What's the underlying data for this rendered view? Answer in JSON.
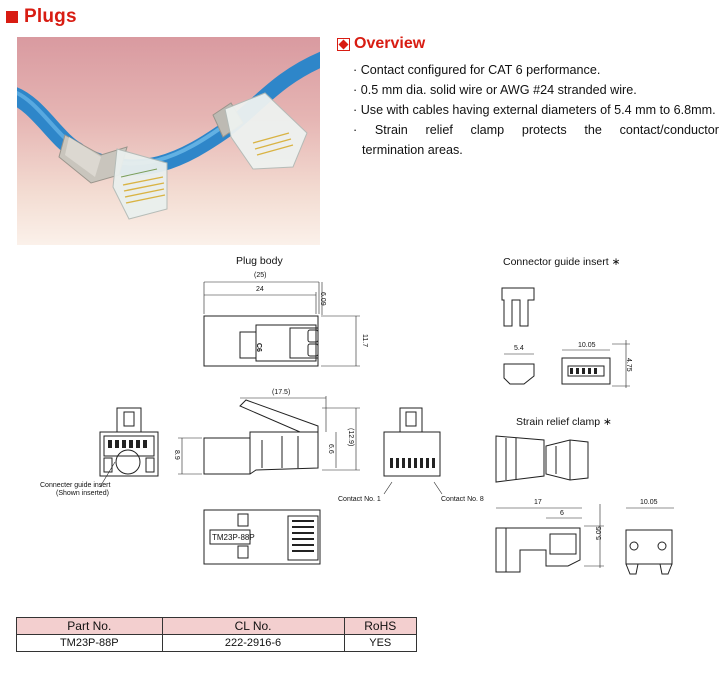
{
  "section": {
    "title": "Plugs",
    "accent": "#d81c12"
  },
  "overview": {
    "title": "Overview",
    "bullets": [
      "· Contact configured for CAT 6 performance.",
      "· 0.5 mm dia. solid wire or AWG #24 stranded wire.",
      "· Use with cables having external diameters of 5.4 mm to 6.8mm.",
      "· Strain relief clamp protects the contact/conductor"
    ],
    "bullet_continuation": "termination areas."
  },
  "drawings": {
    "plug_body": {
      "caption": "Plug body",
      "dims": [
        "(25)",
        "24",
        "6.09",
        "11.7",
        "(17.5)",
        "8.9",
        "6.6",
        "(12.9)"
      ],
      "marking": "C6",
      "callout_insert": [
        "Connecter guide insert",
        "(Shown inserted)"
      ],
      "contact_1": "Contact No. 1",
      "contact_8": "Contact No. 8",
      "part_marking": "TM23P-88P"
    },
    "guide_insert": {
      "caption": "Connector guide insert ∗",
      "dims": [
        "5.4",
        "10.05",
        "4.75"
      ]
    },
    "strain_relief": {
      "caption": "Strain relief clamp ∗",
      "dims": [
        "17",
        "6",
        "5.05",
        "10.05"
      ]
    }
  },
  "table": {
    "header_bg": "#f3cfcf",
    "columns": [
      "Part No.",
      "CL No.",
      "RoHS"
    ],
    "rows": [
      [
        "TM23P-88P",
        "222-2916-6",
        "YES"
      ]
    ]
  }
}
